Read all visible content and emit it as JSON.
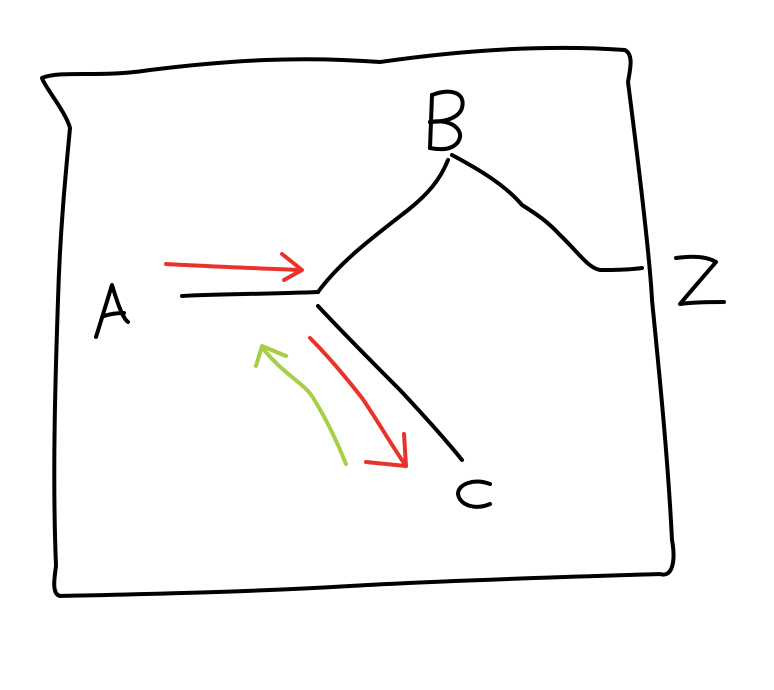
{
  "diagram": {
    "type": "hand-drawn network sketch",
    "nodes": [
      {
        "id": "A",
        "label": "A"
      },
      {
        "id": "B",
        "label": "B"
      },
      {
        "id": "C",
        "label": "c"
      },
      {
        "id": "Z",
        "label": "Z"
      }
    ],
    "edges": [
      {
        "from": "A",
        "to": "junction"
      },
      {
        "from": "junction",
        "to": "B"
      },
      {
        "from": "junction",
        "to": "C"
      },
      {
        "from": "B",
        "to": "Z"
      }
    ],
    "arrows": [
      {
        "color": "red",
        "from": "A",
        "to": "junction"
      },
      {
        "color": "red",
        "from": "junction",
        "to": "C"
      },
      {
        "color": "green",
        "from": "C",
        "to": "junction"
      }
    ]
  },
  "colors": {
    "ink": "#000000",
    "arrow_red": "#e8322a",
    "arrow_green": "#a6cf45",
    "background": "#ffffff"
  }
}
